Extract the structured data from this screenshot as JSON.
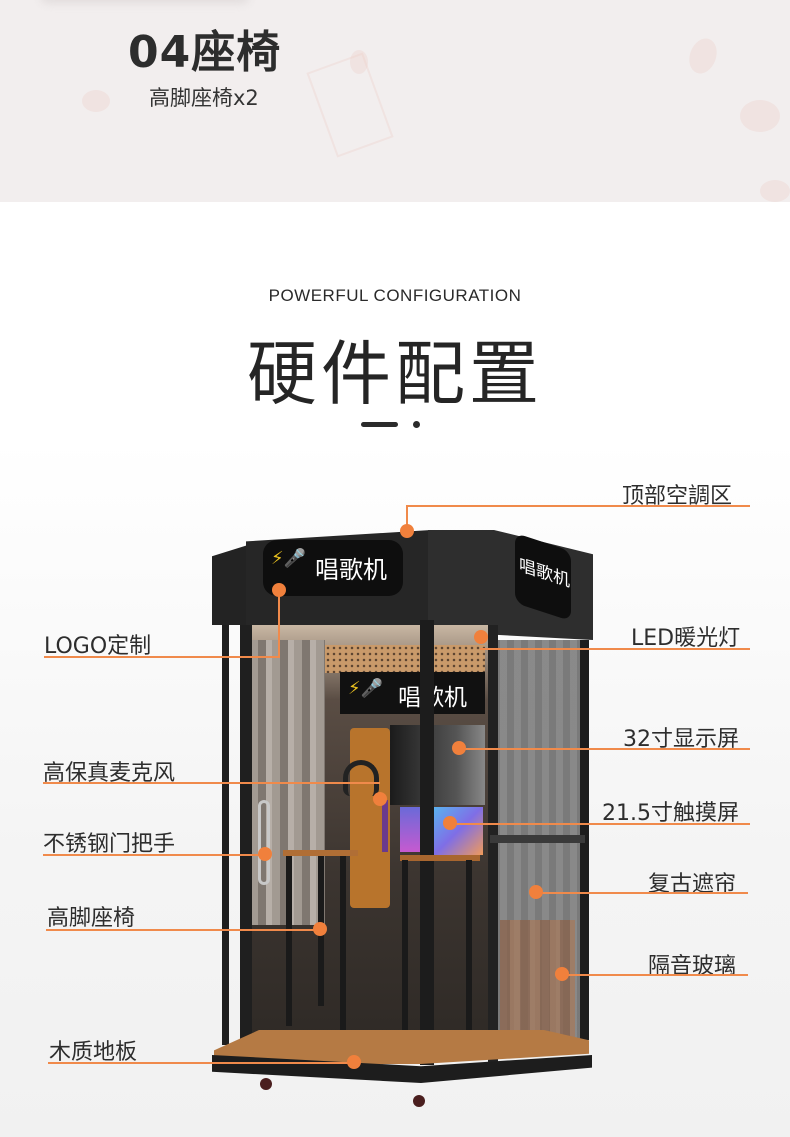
{
  "seat_section": {
    "title": "04座椅",
    "subtitle": "高脚座椅x2"
  },
  "heading": {
    "english": "POWERFUL CONFIGURATION",
    "chinese": "硬件配置"
  },
  "booth": {
    "sign_front": "唱歌机",
    "sign_side": "唱歌机",
    "sign_inner": "唱歌机"
  },
  "callouts": {
    "left": [
      {
        "label": "LOGO定制"
      },
      {
        "label": "高保真麦克风"
      },
      {
        "label": "不锈钢门把手"
      },
      {
        "label": "高脚座椅"
      },
      {
        "label": "木质地板"
      }
    ],
    "right": [
      {
        "label": "顶部空調区"
      },
      {
        "label": "LED暖光灯"
      },
      {
        "label": "32寸显示屏"
      },
      {
        "label": "21.5寸触摸屏"
      },
      {
        "label": "复古遮帘"
      },
      {
        "label": "隔音玻璃"
      }
    ]
  },
  "colors": {
    "accent": "#f08a4b",
    "text": "#2d2d2d",
    "banner_bg": "#f2eeee"
  }
}
